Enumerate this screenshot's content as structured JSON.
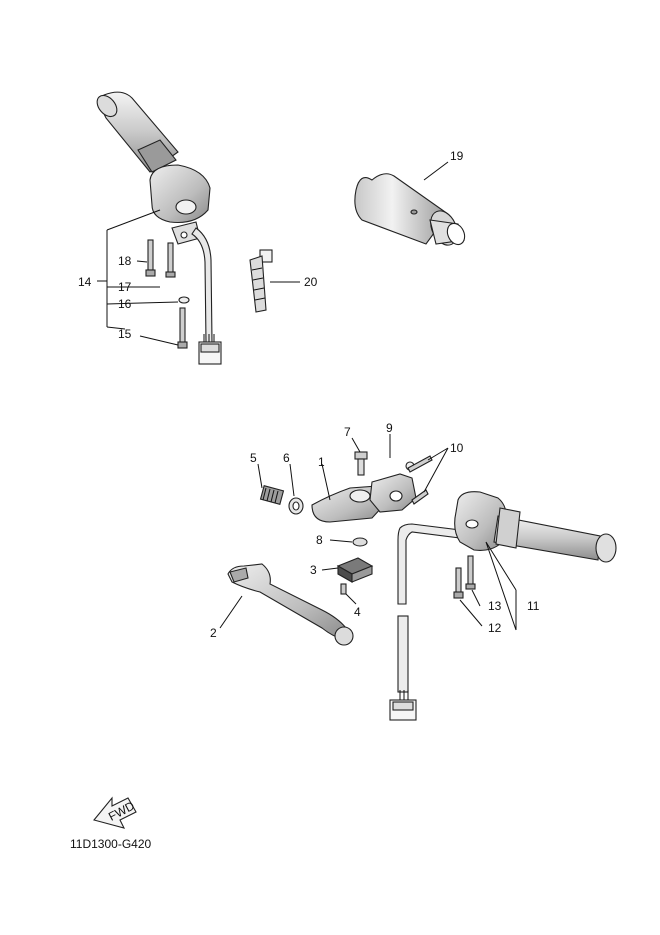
{
  "callouts": {
    "c1": "1",
    "c2": "2",
    "c3": "3",
    "c4": "4",
    "c5": "5",
    "c6": "6",
    "c7": "7",
    "c8": "8",
    "c9": "9",
    "c10": "10",
    "c11": "11",
    "c12": "12",
    "c13": "13",
    "c14": "14",
    "c15": "15",
    "c16": "16",
    "c17": "17",
    "c18": "18",
    "c19": "19",
    "c20": "20"
  },
  "fwd_label": "FWD",
  "diagram_code": "11D1300-G420"
}
